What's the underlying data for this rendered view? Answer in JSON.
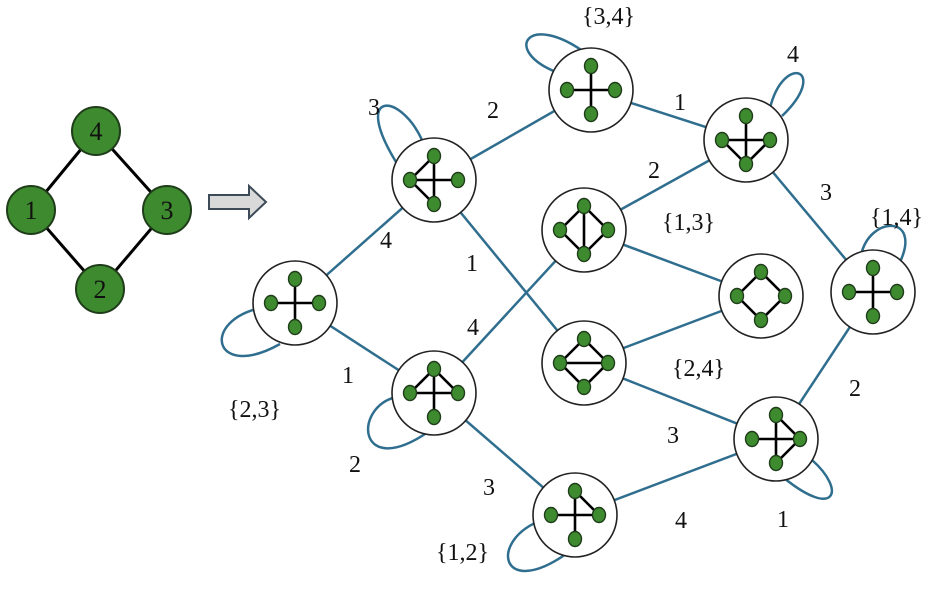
{
  "colors": {
    "node_fill": "#3e8a2f",
    "node_stroke": "#1f3d1a",
    "edge_teal": "#2f6e8e",
    "bubble_stroke": "#222222",
    "inner_edge": "#000000",
    "arrow_fill": "#d9d9d9"
  },
  "base_graph": {
    "nodes": [
      {
        "id": "n4",
        "label": "4"
      },
      {
        "id": "n1",
        "label": "1"
      },
      {
        "id": "n3",
        "label": "3"
      },
      {
        "id": "n2",
        "label": "2"
      }
    ]
  },
  "arrow_icon": "right-arrow-icon",
  "edge_labels": {
    "l_34": "{3,4}",
    "l_4": "4",
    "l_3a": "3",
    "l_2a": "2",
    "l_1a": "1",
    "l_2b": "2",
    "l_13": "{1,3}",
    "l_3b": "3",
    "l_14": "{1,4}",
    "l_4a": "4",
    "l_1b": "1",
    "l_4b": "4",
    "l_24": "{2,4}",
    "l_23": "{2,3}",
    "l_1c": "1",
    "l_2c": "2",
    "l_3c": "3",
    "l_3d": "3",
    "l_2d": "2",
    "l_12": "{1,2}",
    "l_4c": "4",
    "l_1d": "1"
  }
}
